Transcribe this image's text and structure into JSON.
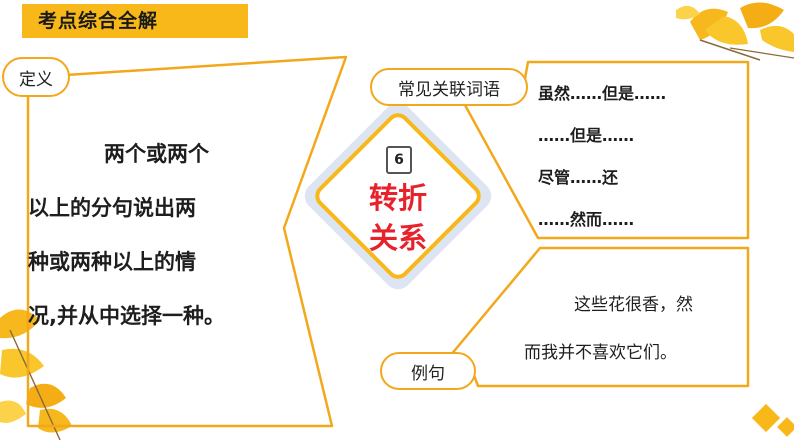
{
  "header": {
    "title": "考点综合全解"
  },
  "definition": {
    "label": "定义",
    "lines": [
      "两个或两个",
      "以上的分句说出两",
      "种或两种以上的情",
      "况,并从中选择一种。"
    ]
  },
  "center": {
    "number": "6",
    "title_line1": "转折",
    "title_line2": "关系"
  },
  "connectives": {
    "label": "常见关联词语",
    "lines": [
      "虽然……但是……",
      "……但是……",
      "尽管……还",
      "……然而……"
    ]
  },
  "example": {
    "label": "例句",
    "lines": [
      "这些花很香，然",
      "而我并不喜欢它们。"
    ]
  },
  "colors": {
    "accent": "#f9b81a",
    "outline": "#f3a81c",
    "diamond": "#dde4f2",
    "title": "#e8222b"
  }
}
